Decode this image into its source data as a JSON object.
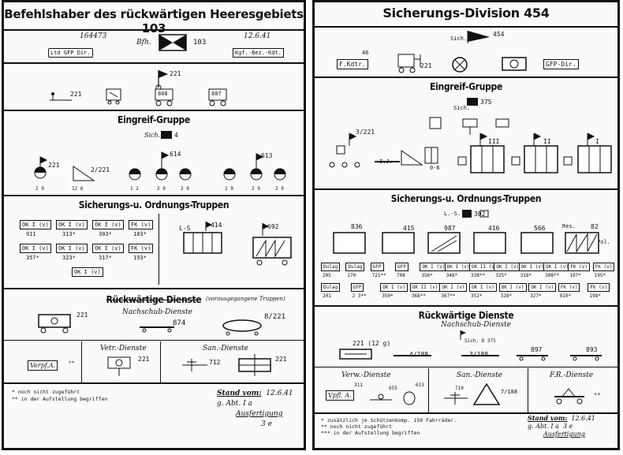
{
  "left": {
    "title": "Befehlshaber des rückwärtigen Heeresgebiets 103",
    "hq": {
      "code": "164473",
      "date": "12.6.41",
      "bfh_label": "Bfh.",
      "unit_number": "103",
      "gfp": "Ltd GFP Dir.",
      "kgf": "Kgf.-Bez.-Kdt."
    },
    "signals": {
      "number": "221",
      "units": [
        "221",
        "808",
        "807"
      ]
    },
    "eingreif": {
      "title": "Eingreif-Gruppe",
      "sich_label": "Sich.",
      "sich_number": "4",
      "units": [
        "221",
        "2/221",
        "614",
        "613"
      ]
    },
    "sicherung": {
      "title": "Sicherungs-u. Ordnungs-Truppen",
      "boxes": [
        [
          "OK I (v)",
          "911"
        ],
        [
          "OK I (v)",
          "313*"
        ],
        [
          "OK I (v)",
          "303*"
        ],
        [
          "FK (v)",
          "183*"
        ],
        [
          "OK I (v)",
          "357*"
        ],
        [
          "OK I (v)",
          "323*"
        ],
        [
          "OK I (v)",
          "317*"
        ],
        [
          "FK (v)",
          "193*"
        ]
      ],
      "extra_box": "OK I (v)",
      "ls_label": "L-S",
      "ls_number": "414",
      "train_number": "692"
    },
    "rueck": {
      "title": "Rückwärtige Dienste",
      "title_note": "(vorausgegangene Truppen)",
      "nachschub": "Nachschub-Dienste",
      "n1": "221",
      "n2": "874",
      "n3": "8/221",
      "verpf": "Verpf.A.",
      "verpf_note": "**",
      "vetr": "Vetr.-Dienste",
      "vetr_num": "221",
      "san": "San.-Dienste",
      "san_num1": "712",
      "san_num2": "221"
    },
    "notes": [
      "* noch nicht zugeführt",
      "** in der Aufstellung begriffen"
    ],
    "stand": {
      "label": "Stand vom:",
      "date": "12.6.41",
      "abt": "g. Abt. I a",
      "ausf": "Ausfertigung",
      "num": "3 e",
      "corner": "3 e"
    }
  },
  "right": {
    "title": "Sicherungs-Division 454",
    "hq": {
      "sich_label": "Sich.",
      "number": "454",
      "fkdtr": "F.Kdtr.",
      "fkdtr_num": "46",
      "signals": "221",
      "gfp": "GFP-Dir."
    },
    "eingreif": {
      "title": "Eingreif-Gruppe",
      "sich_label": "Sich.",
      "sich_number": "375",
      "units": [
        "3/221",
        "I.J.",
        "0-6",
        "III",
        "II",
        "I"
      ]
    },
    "sicherung": {
      "title": "Sicherungs-u. Ordnungs-Truppen",
      "ls_label": "L.-S.",
      "ls_number": "302",
      "units": [
        "836",
        "415",
        "987",
        "416",
        "566"
      ],
      "res": "Res.",
      "res_num": "82",
      "pol": "Pol.",
      "boxes_row1": [
        [
          "Dulag",
          "205"
        ],
        [
          "Dulag",
          "170"
        ],
        [
          "GFP",
          "721**"
        ],
        [
          "GFP",
          "708"
        ],
        [
          "OK I (v)",
          "356*"
        ],
        [
          "OK I (v)",
          "348*"
        ],
        [
          "OK II (v)",
          "338**"
        ],
        [
          "OK I (v)",
          "325*"
        ],
        [
          "OK I (v)",
          "318*"
        ],
        [
          "OK I (v)",
          "308**"
        ],
        [
          "FK (v)",
          "197*"
        ],
        [
          "FK (v)",
          "195*"
        ]
      ],
      "boxes_row2": [
        [
          "Dulag",
          "201"
        ],
        [
          "GFP",
          "2 3**"
        ],
        [
          "OK I (v)",
          "350*"
        ],
        [
          "OK II (v)",
          "368**"
        ],
        [
          "OK I (v)",
          "367**"
        ],
        [
          "OK I (v)",
          "352*"
        ],
        [
          "OK I (v)",
          "328*"
        ],
        [
          "OK I (v)",
          "327*"
        ],
        [
          "FK (v)",
          "810*"
        ],
        [
          "FK (v)",
          "198*"
        ]
      ]
    },
    "rueck": {
      "title": "Rückwärtige Dienste",
      "nachschub": "Nachschub-Dienste",
      "n1": "221 (12 g)",
      "n2": "4/188",
      "n3": "3/188",
      "n4": "897",
      "n5": "893",
      "sich_d": "Sich. D 375",
      "verw": "Verw.-Dienste",
      "vpfl": "Vpfl. A.",
      "vpfl_num": "311",
      "verw_num2": "655",
      "verw_num3": "613",
      "san": "San.-Dienste",
      "san_num1": "710",
      "san_num2": "7/188",
      "fr": "F.R.-Dienste",
      "fr_note": "**"
    },
    "notes": [
      "* zusätzlich je Schützenkomp. 150 Fahrräder.",
      "** noch nicht zugeführt",
      "*** in der Aufstellung begriffen"
    ],
    "stand": {
      "label": "Stand vom:",
      "date": "12.6.41",
      "abt": "g. Abt. I a",
      "ausf": "Ausfertigung",
      "num": "3 e"
    }
  }
}
